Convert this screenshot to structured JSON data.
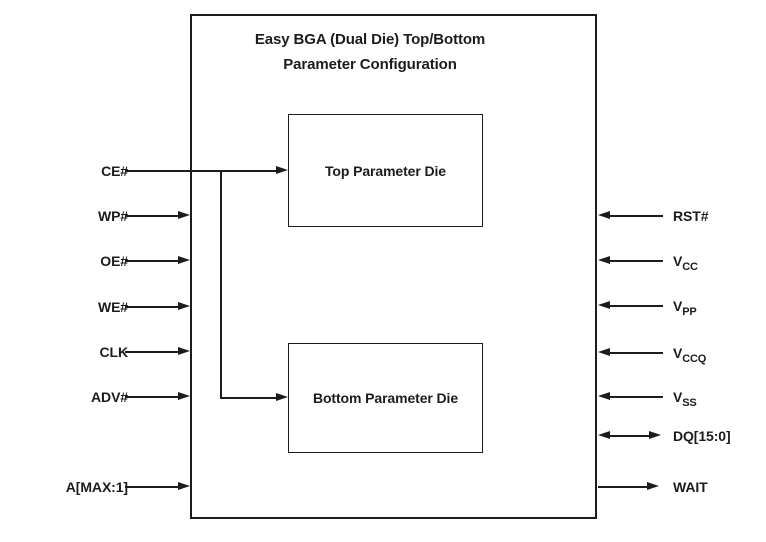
{
  "diagram": {
    "title_line1": "Easy BGA (Dual Die) Top/Bottom",
    "title_line2": "Parameter Configuration",
    "top_die_label": "Top Parameter Die",
    "bottom_die_label": "Bottom Parameter Die"
  },
  "signals": {
    "left": [
      {
        "label": "CE#",
        "direction": "in",
        "connects_to": "top and bottom parameter die"
      },
      {
        "label": "WP#",
        "direction": "in"
      },
      {
        "label": "OE#",
        "direction": "in"
      },
      {
        "label": "WE#",
        "direction": "in"
      },
      {
        "label": "CLK",
        "direction": "in"
      },
      {
        "label": "ADV#",
        "direction": "in"
      },
      {
        "label": "A[MAX:1]",
        "direction": "in"
      }
    ],
    "right": [
      {
        "base": "RST#",
        "sub": "",
        "direction": "in"
      },
      {
        "base": "V",
        "sub": "CC",
        "direction": "in"
      },
      {
        "base": "V",
        "sub": "PP",
        "direction": "in"
      },
      {
        "base": "V",
        "sub": "CCQ",
        "direction": "in"
      },
      {
        "base": "V",
        "sub": "SS",
        "direction": "in"
      },
      {
        "base": "DQ[15:0]",
        "sub": "",
        "direction": "bidirectional"
      },
      {
        "base": "WAIT",
        "sub": "",
        "direction": "out"
      }
    ]
  },
  "colors": {
    "background": "#ffffff",
    "line": "#1c1c1c",
    "text": "#1c1c1c"
  }
}
